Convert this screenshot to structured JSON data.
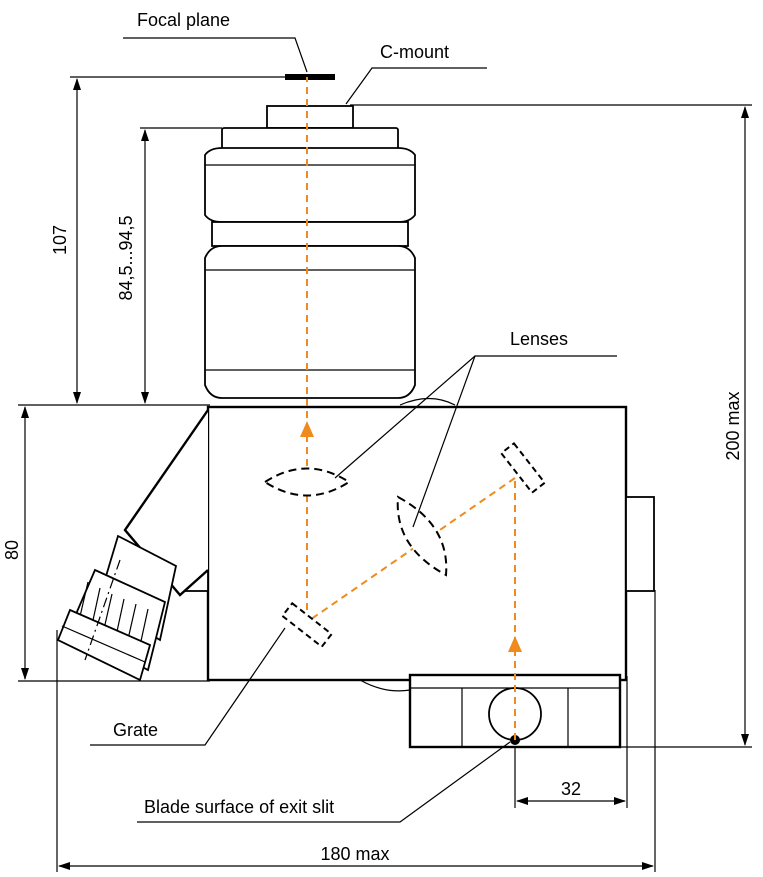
{
  "labels": {
    "focal_plane": "Focal plane",
    "c_mount": "C-mount",
    "lenses": "Lenses",
    "grate": "Grate",
    "blade_surface": "Blade surface of exit slit"
  },
  "dimensions": {
    "d107": "107",
    "d84": "84,5...94,5",
    "d200": "200 max",
    "d80": "80",
    "d32": "32",
    "d180": "180 max"
  },
  "colors": {
    "beam": "#f08a1c",
    "line": "#000000"
  }
}
